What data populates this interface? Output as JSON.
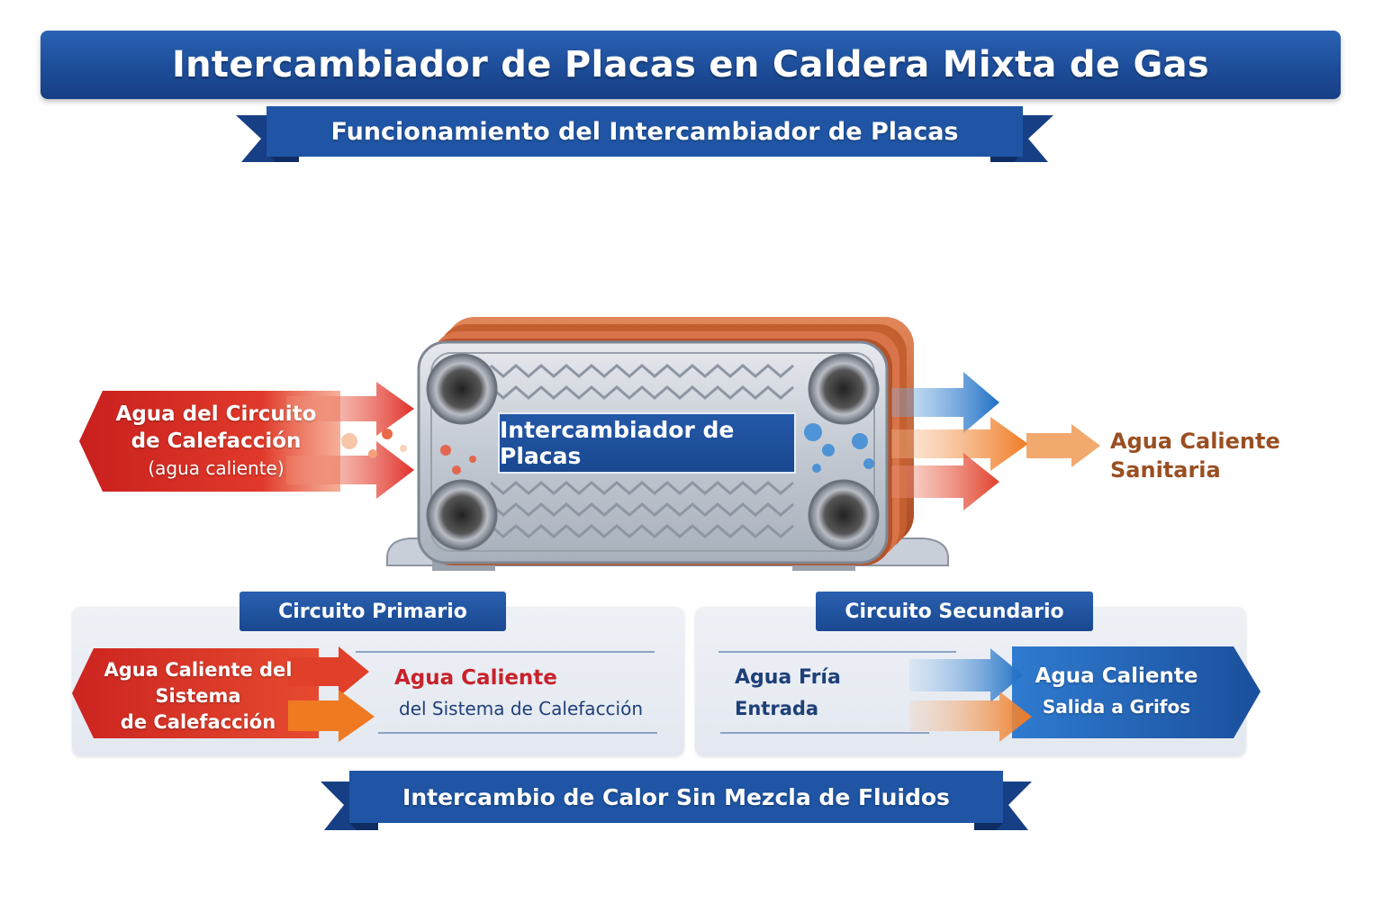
{
  "title": "Intercambiador de Placas en Caldera Mixta de Gas",
  "subtitle": "Funcionamiento del Intercambiador de Placas",
  "exchanger": {
    "label": "Intercambiador de Placas"
  },
  "input": {
    "line1": "Agua del Circuito",
    "line2": "de Calefacción",
    "line3": "(agua caliente)"
  },
  "output": {
    "line1": "Agua Caliente",
    "line2": "Sanitaria"
  },
  "primary": {
    "tab": "Circuito Primario",
    "arrow_line1": "Agua Caliente del",
    "arrow_line2": "Sistema",
    "arrow_line3": "de Calefacción",
    "heading": "Agua Caliente",
    "detail": "del Sistema de Calefacción"
  },
  "secondary": {
    "tab": "Circuito Secundario",
    "cold_line1": "Agua Fría",
    "cold_line2": "Entrada",
    "hot_line1": "Agua Caliente",
    "hot_line2": "Salida a Grifos"
  },
  "footer": "Intercambio de Calor Sin Mezcla de Fluidos",
  "colors": {
    "brand_blue": "#1d4d99",
    "hot_red": "#d42a26",
    "warm_orange": "#ef7a22",
    "cold_blue": "#1f6fc4",
    "output_text": "#9a4f22"
  }
}
